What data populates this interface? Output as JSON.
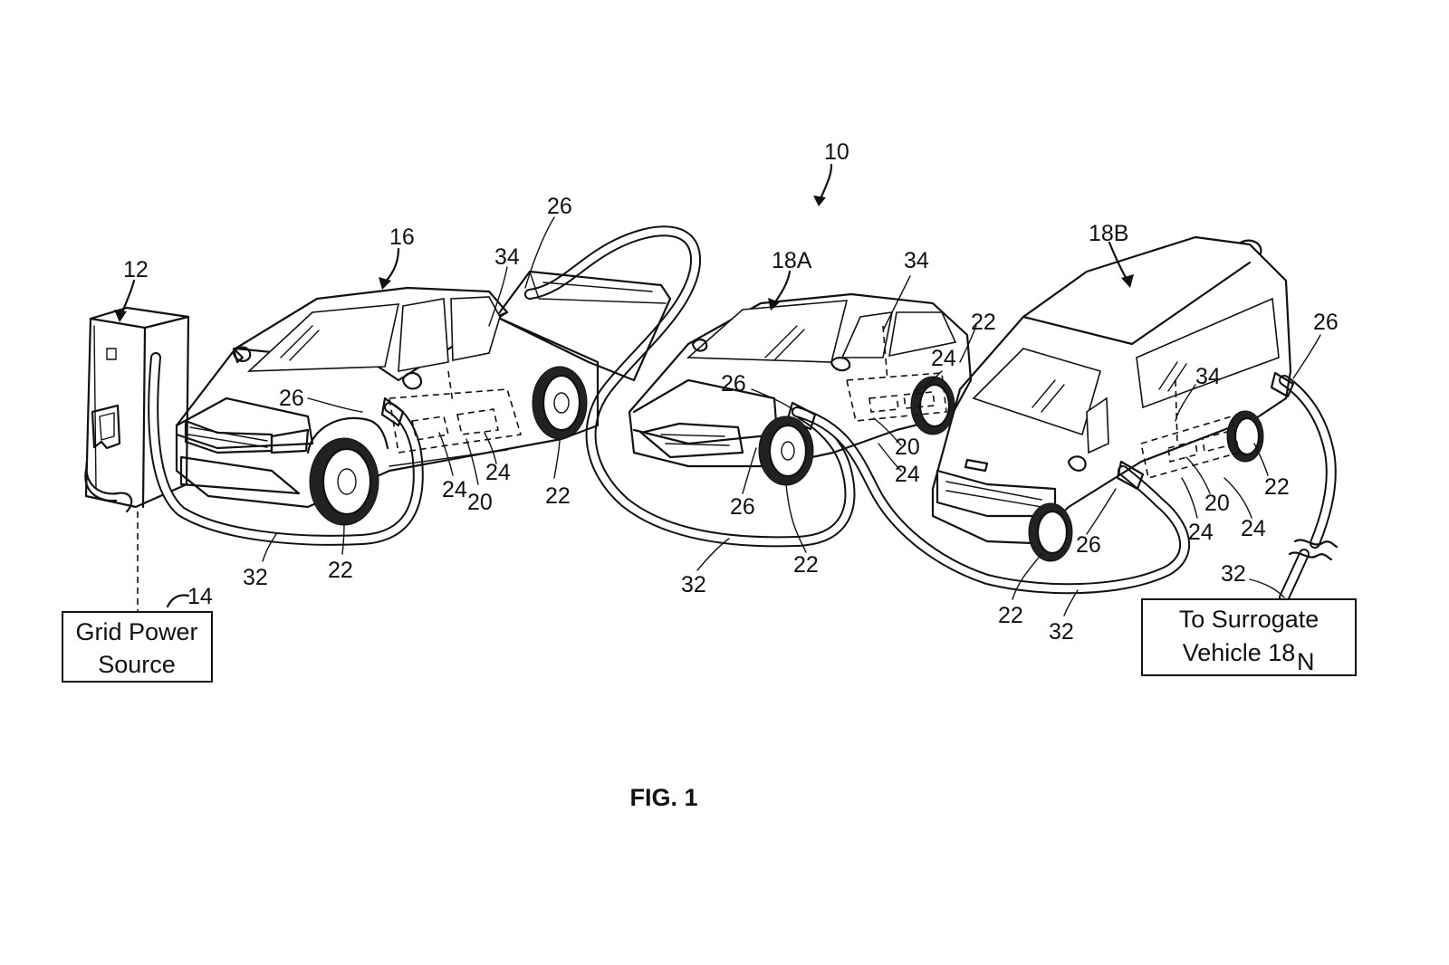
{
  "figure": {
    "caption": "FIG. 1",
    "system_label": "10"
  },
  "components": {
    "charger_label": "12",
    "grid_label": "14",
    "grid_box": {
      "line1": "Grid Power",
      "line2": "Source"
    },
    "host_vehicle_label": "16",
    "surrogate_a_label": "18A",
    "surrogate_b_label": "18B",
    "surrogate_box": {
      "line1": "To Surrogate",
      "line2": "Vehicle 18",
      "subscript": "N"
    }
  },
  "reference_numerals": {
    "truck": [
      "26",
      "34",
      "26",
      "24",
      "20",
      "24",
      "22",
      "22",
      "32"
    ],
    "car": [
      "34",
      "22",
      "26",
      "24",
      "20",
      "24",
      "26",
      "22",
      "32"
    ],
    "van": [
      "26",
      "34",
      "22",
      "20",
      "24",
      "24",
      "26",
      "22",
      "32",
      "32"
    ]
  }
}
